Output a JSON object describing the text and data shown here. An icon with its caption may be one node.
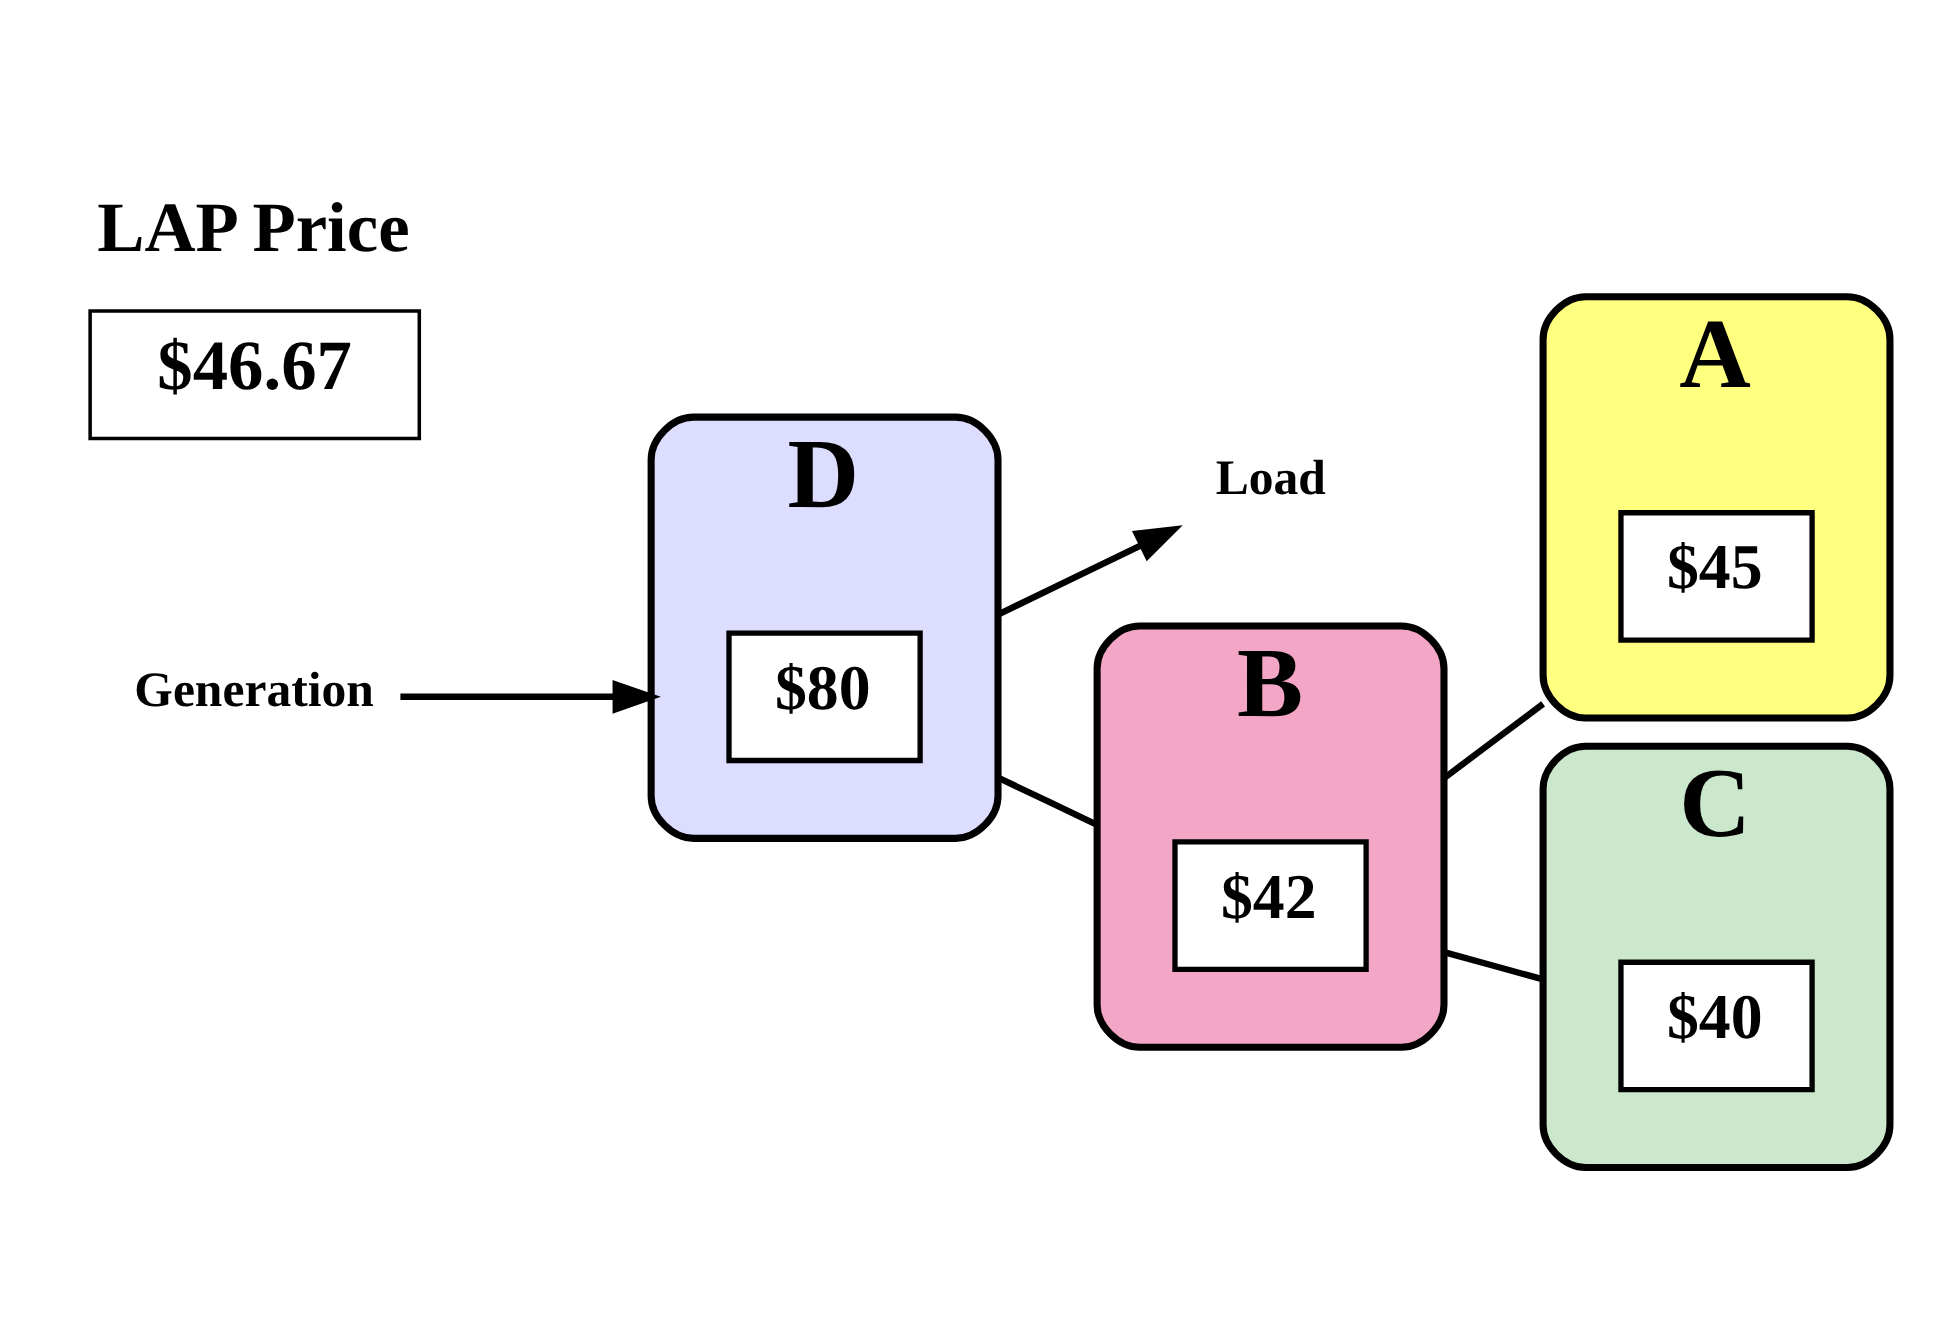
{
  "diagram": {
    "nodes": [
      {
        "text": [
          "Generation"
        ]
      },
      {
        "text": [
          "Load"
        ]
      },
      {
        "text": [
          "A"
        ]
      },
      {
        "text": [
          "$45"
        ],
        "in": 2
      },
      {
        "text": [
          "D"
        ]
      },
      {
        "text": [
          "$80"
        ],
        "in": 4
      },
      {
        "text": [
          "B"
        ]
      },
      {
        "text": [
          "$42"
        ],
        "in": 6
      },
      {
        "text": [
          "C"
        ]
      },
      {
        "text": [
          "$40"
        ],
        "in": 8
      },
      {
        "text": [
          "LAP Price",
          "$46.67"
        ]
      }
    ],
    "edges": [
      {
        "from": 0,
        "to": 4,
        "arrow": "to"
      },
      {
        "from": 4,
        "to": 1,
        "arrow": "to"
      },
      {
        "from": 4,
        "to": 6,
        "arrow": "none"
      },
      {
        "from": 6,
        "to": 2,
        "arrow": "none"
      },
      {
        "from": 6,
        "to": 8,
        "arrow": "none"
      }
    ]
  }
}
